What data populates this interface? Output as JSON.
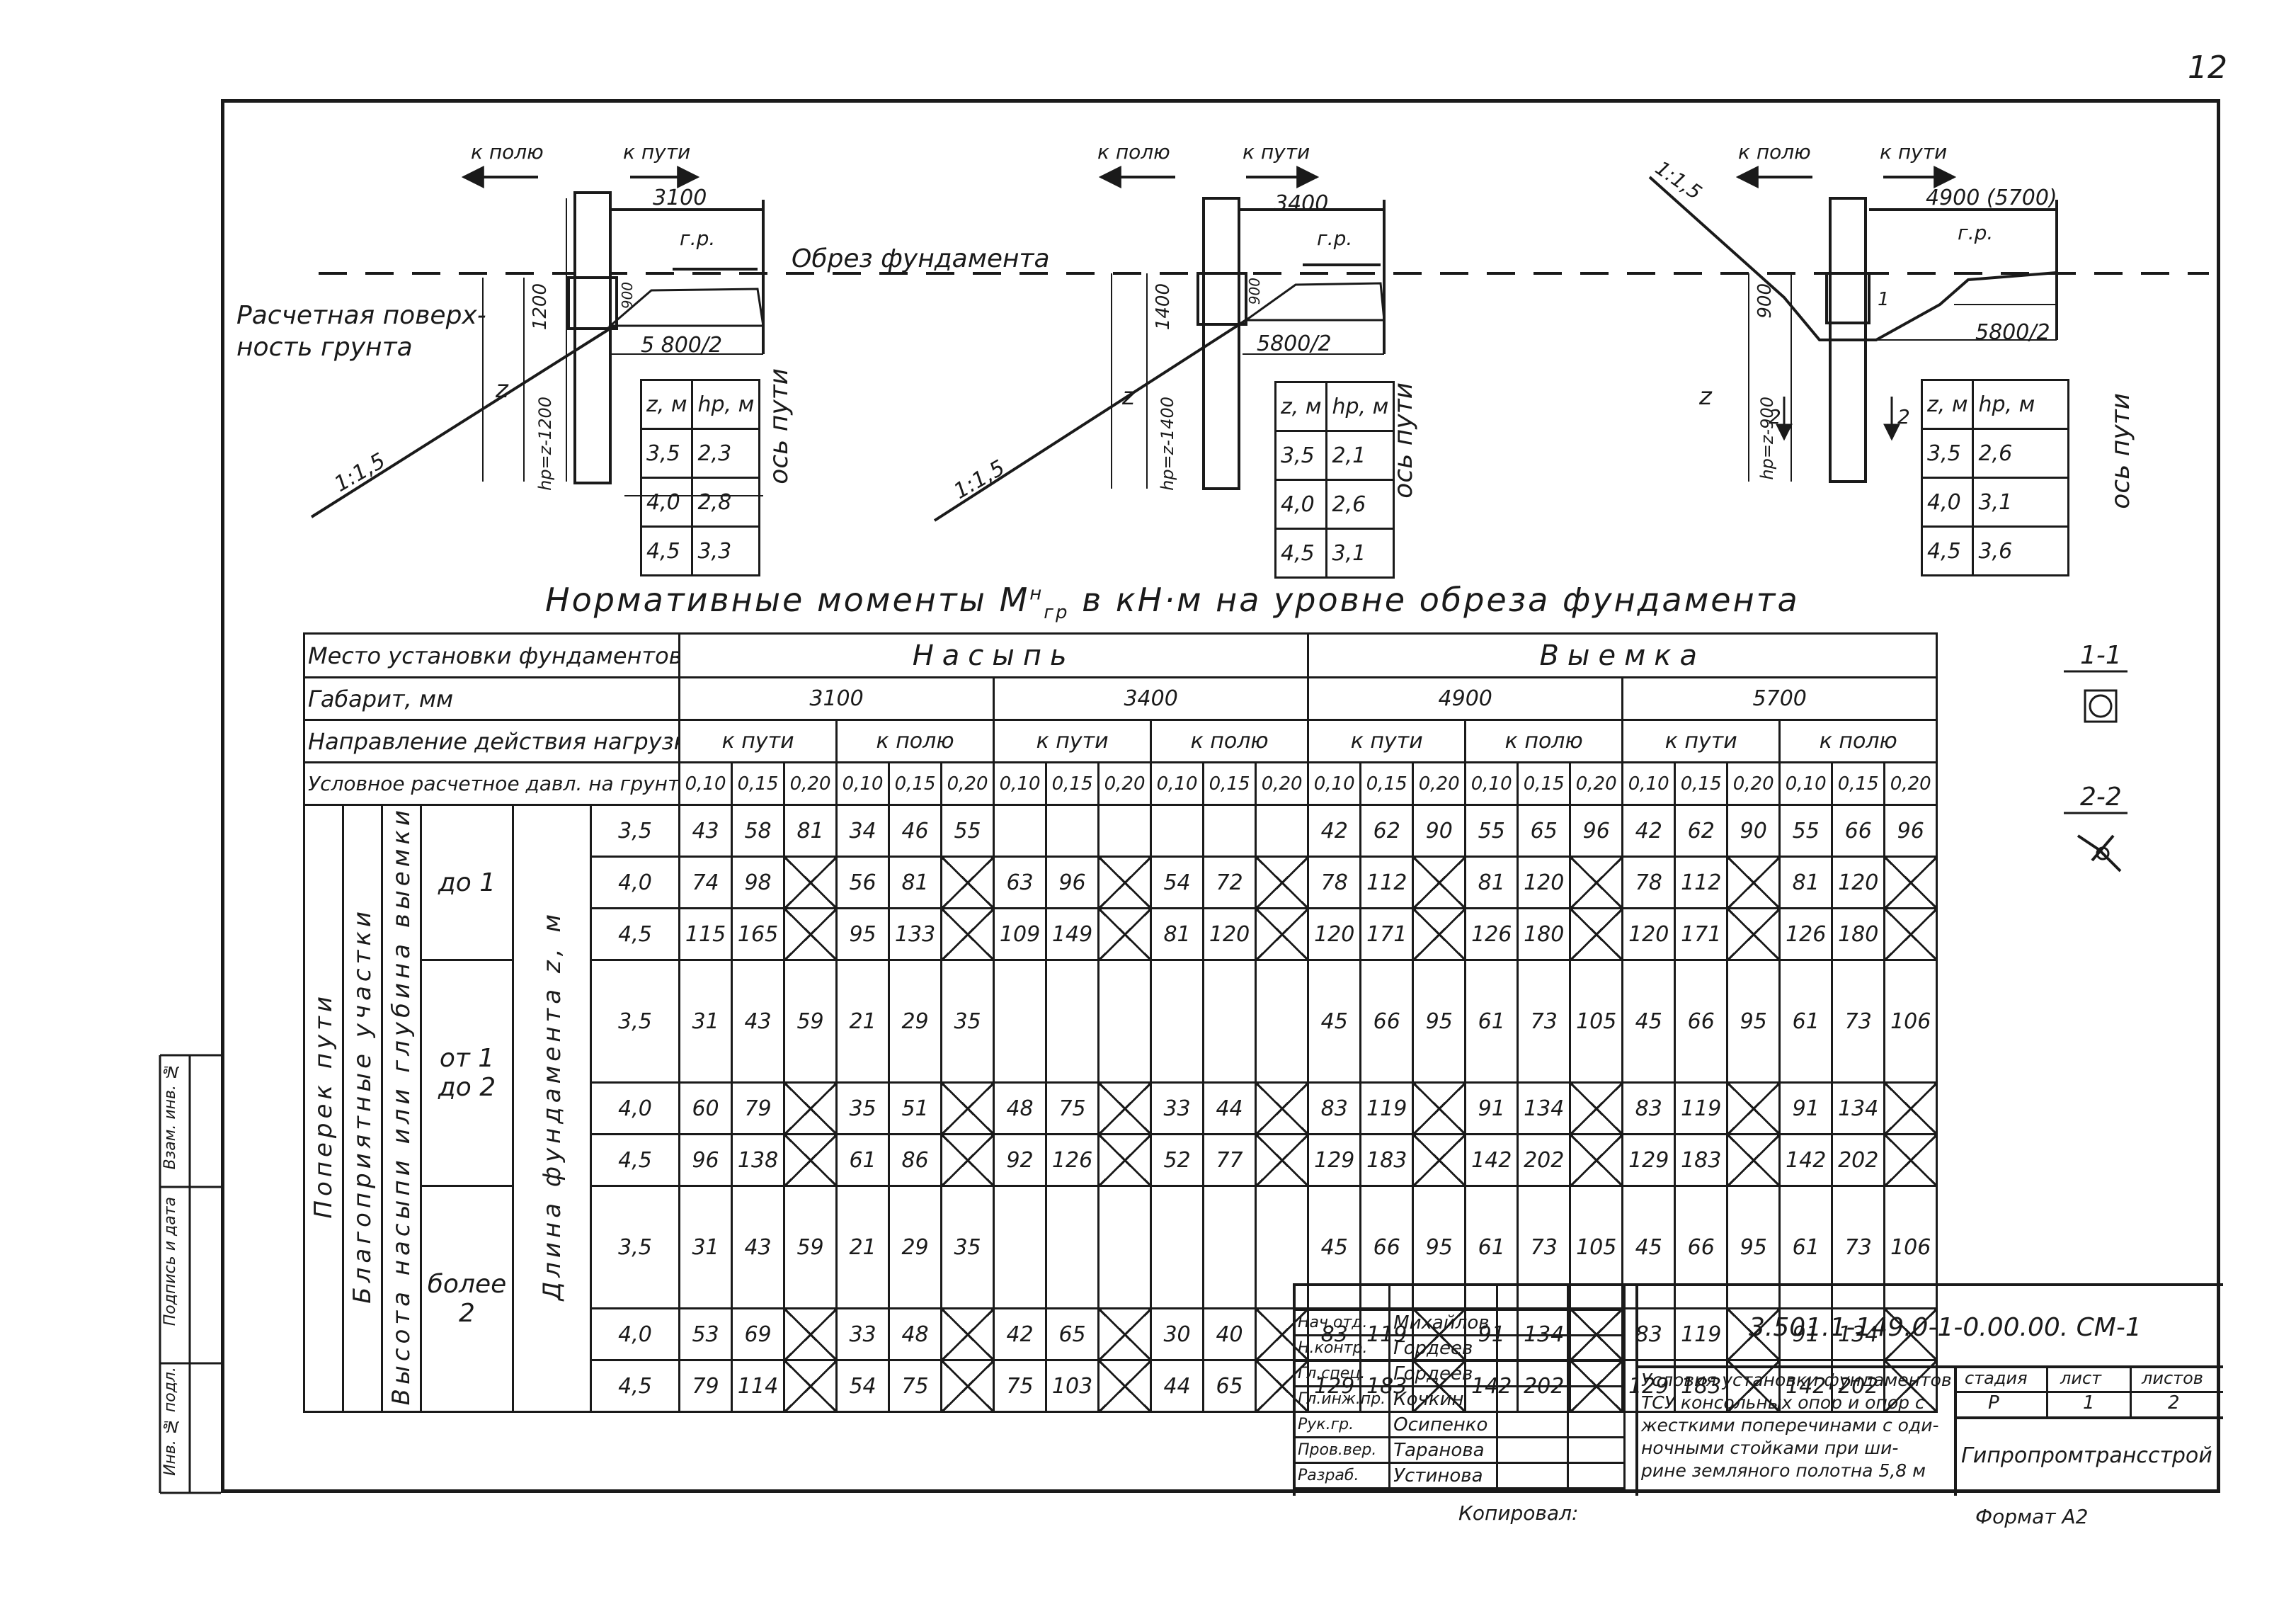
{
  "page_number": "12",
  "diagrams": [
    {
      "to_field": "к полю",
      "to_track": "к пути",
      "width_label": "3100",
      "gp_label": "г.р.",
      "depth_label": "1200",
      "small_dim": "900",
      "half_gauge": "5 800/2",
      "slope": "1:1,5",
      "z_label": "z",
      "hp_label": "hp=z-1200",
      "axis_label": "ось пути",
      "foundation_label": "Обрез фундамента",
      "surface_label_1": "Расчетная поверх-",
      "surface_label_2": "ность грунта",
      "table_head": [
        "z, м",
        "hp, м"
      ],
      "table_rows": [
        [
          "3,5",
          "2,3"
        ],
        [
          "4,0",
          "2,8"
        ],
        [
          "4,5",
          "3,3"
        ]
      ]
    },
    {
      "to_field": "к полю",
      "to_track": "к пути",
      "width_label": "3400",
      "gp_label": "г.р.",
      "depth_label": "1400",
      "small_dim": "900",
      "half_gauge": "5800/2",
      "slope": "1:1,5",
      "z_label": "z",
      "hp_label": "hp=z-1400",
      "axis_label": "ось пути",
      "table_head": [
        "z, м",
        "hp, м"
      ],
      "table_rows": [
        [
          "3,5",
          "2,1"
        ],
        [
          "4,0",
          "2,6"
        ],
        [
          "4,5",
          "3,1"
        ]
      ]
    },
    {
      "to_field": "к полю",
      "to_track": "к пути",
      "width_label": "4900 (5700)",
      "gp_label": "г.р.",
      "depth_label": "900",
      "half_gauge": "5800/2",
      "slope": "1:1,5",
      "z_label": "z",
      "hp_label": "hp=z-900",
      "section_1": "1",
      "section_2": "2",
      "axis_label": "ось пути",
      "table_head": [
        "z, м",
        "hp, м"
      ],
      "table_rows": [
        [
          "3,5",
          "2,6"
        ],
        [
          "4,0",
          "3,1"
        ],
        [
          "4,5",
          "3,6"
        ]
      ]
    }
  ],
  "main_title": "Нормативные моменты M",
  "main_title_sup": "н",
  "main_title_sub": "гр",
  "main_title_rest": "в кН·м на уровне обреза фундамента",
  "table": {
    "row_place": "Место установки фундаментов опор",
    "row_gabarit": "Габарит, мм",
    "row_direction": "Направление действия нагрузки",
    "row_pressure": "Условное расчетное давл. на грунт, МПа",
    "nasyp": "Насыпь",
    "vyemka": "Выемка",
    "gabarits": [
      "3100",
      "3400",
      "4900",
      "5700"
    ],
    "dir_track": "к пути",
    "dir_field": "к полю",
    "pressures": [
      "0,10",
      "0,15",
      "0,20"
    ],
    "side_1": "Поперек пути",
    "side_2": "Благоприятные участки",
    "side_3": "Высота насыпи или глубина выемки",
    "side_4": "Длина фундамента z, м",
    "height_groups": [
      "до 1",
      "от 1 до 2",
      "более 2"
    ],
    "lengths": [
      "3,5",
      "4,0",
      "4,5"
    ],
    "rows": [
      [
        "43",
        "58",
        "81",
        "34",
        "46",
        "55",
        "",
        "",
        "",
        "",
        "",
        "",
        "42",
        "62",
        "90",
        "55",
        "65",
        "96",
        "42",
        "62",
        "90",
        "55",
        "66",
        "96"
      ],
      [
        "74",
        "98",
        "X",
        "56",
        "81",
        "X",
        "63",
        "96",
        "X",
        "54",
        "72",
        "X",
        "78",
        "112",
        "X",
        "81",
        "120",
        "X",
        "78",
        "112",
        "X",
        "81",
        "120",
        "X"
      ],
      [
        "115",
        "165",
        "X",
        "95",
        "133",
        "X",
        "109",
        "149",
        "X",
        "81",
        "120",
        "X",
        "120",
        "171",
        "X",
        "126",
        "180",
        "X",
        "120",
        "171",
        "X",
        "126",
        "180",
        "X"
      ],
      [
        "31",
        "43",
        "59",
        "21",
        "29",
        "35",
        "",
        "",
        "",
        "",
        "",
        "",
        "45",
        "66",
        "95",
        "61",
        "73",
        "105",
        "45",
        "66",
        "95",
        "61",
        "73",
        "106"
      ],
      [
        "60",
        "79",
        "X",
        "35",
        "51",
        "X",
        "48",
        "75",
        "X",
        "33",
        "44",
        "X",
        "83",
        "119",
        "X",
        "91",
        "134",
        "X",
        "83",
        "119",
        "X",
        "91",
        "134",
        "X"
      ],
      [
        "96",
        "138",
        "X",
        "61",
        "86",
        "X",
        "92",
        "126",
        "X",
        "52",
        "77",
        "X",
        "129",
        "183",
        "X",
        "142",
        "202",
        "X",
        "129",
        "183",
        "X",
        "142",
        "202",
        "X"
      ],
      [
        "31",
        "43",
        "59",
        "21",
        "29",
        "35",
        "",
        "",
        "",
        "",
        "",
        "",
        "45",
        "66",
        "95",
        "61",
        "73",
        "105",
        "45",
        "66",
        "95",
        "61",
        "73",
        "106"
      ],
      [
        "53",
        "69",
        "X",
        "33",
        "48",
        "X",
        "42",
        "65",
        "X",
        "30",
        "40",
        "X",
        "83",
        "119",
        "X",
        "91",
        "134",
        "X",
        "83",
        "119",
        "X",
        "91",
        "134",
        "X"
      ],
      [
        "79",
        "114",
        "X",
        "54",
        "75",
        "X",
        "75",
        "103",
        "X",
        "44",
        "65",
        "X",
        "129",
        "183",
        "X",
        "142",
        "202",
        "X",
        "129",
        "183",
        "X",
        "142",
        "202",
        "X"
      ]
    ]
  },
  "sections": {
    "section_1": "1-1",
    "section_2": "2-2"
  },
  "title_block": {
    "code": "3.501.1-149.0-1-0.00.00. СМ-1",
    "signers": [
      {
        "role": "Нач.отд.",
        "name": "Михайлов"
      },
      {
        "role": "Н.контр.",
        "name": "Гордеев"
      },
      {
        "role": "Гл.спец.",
        "name": "Гордеев"
      },
      {
        "role": "Гл.инж.пр.",
        "name": "Кочкин"
      },
      {
        "role": "Рук.гр.",
        "name": "Осипенко"
      },
      {
        "role": "Пров.вер.",
        "name": "Таранова"
      },
      {
        "role": "Разраб.",
        "name": "Устинова"
      }
    ],
    "description_1": "Условия установки фундаментов",
    "description_2": "ТСУ консольных опор и опор с",
    "description_3": "жесткими поперечинами с оди-",
    "description_4": "ночными стойками при ши-",
    "description_5": "рине земляного полотна 5,8 м",
    "stage_label": "стадия",
    "sheet_label": "лист",
    "sheets_label": "листов",
    "stage": "Р",
    "sheet": "1",
    "sheets": "2",
    "organization": "Гипропромтрансстрой"
  },
  "side_strip": [
    "Инв. № подл.",
    "Подпись и дата",
    "Взам. инв. №"
  ],
  "copied": "Копировал:",
  "format": "Формат А2"
}
